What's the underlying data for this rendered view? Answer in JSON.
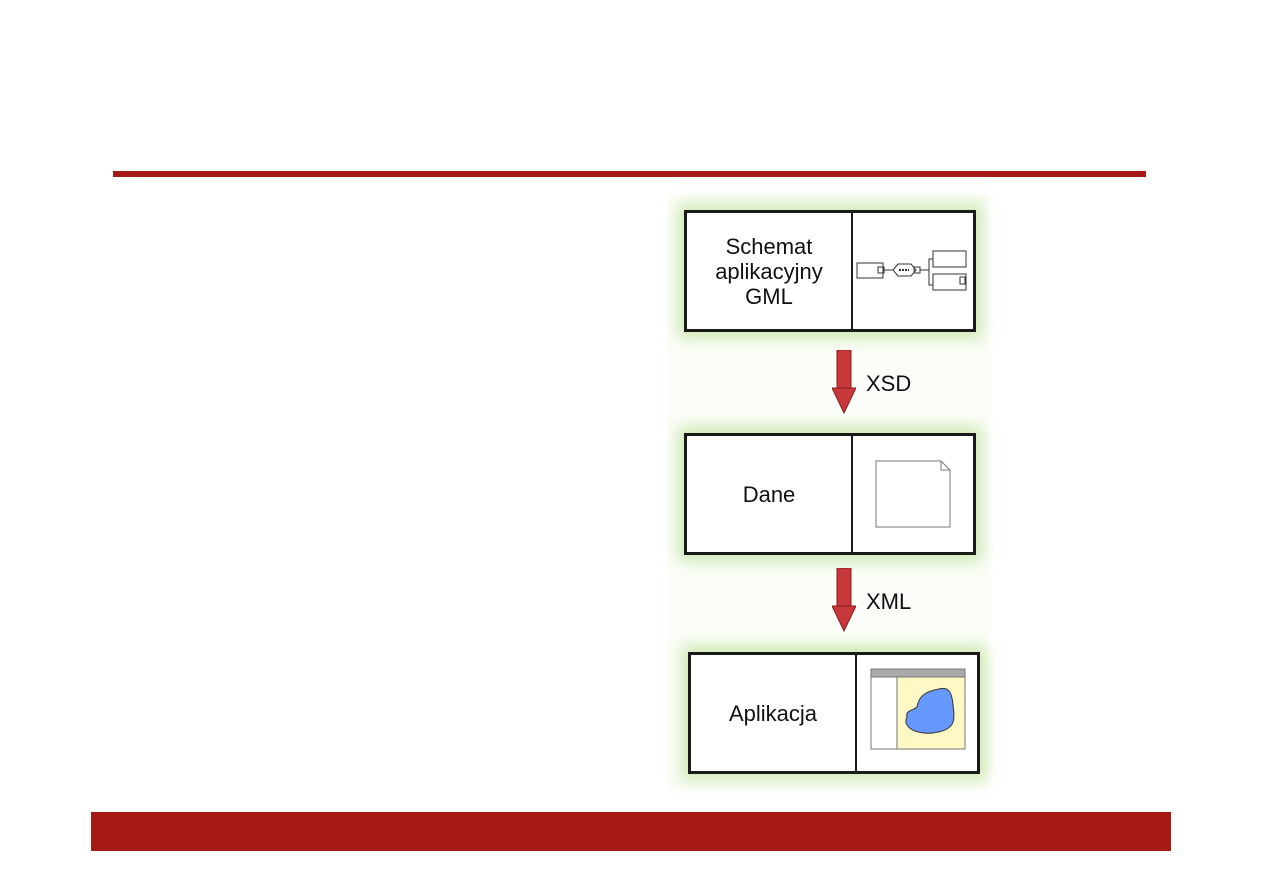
{
  "diagram": {
    "nodes": [
      {
        "label": "Schemat aplikacyjny GML",
        "icon": "schema-diagram-icon"
      },
      {
        "label": "Dane",
        "icon": "document-icon"
      },
      {
        "label": "Aplikacja",
        "icon": "map-application-icon"
      }
    ],
    "edges": [
      {
        "label": "XSD"
      },
      {
        "label": "XML"
      }
    ]
  },
  "colors": {
    "accent": "#a51a14",
    "arrow": "#c8373a",
    "glow": "#aad778",
    "map_bg": "#fff8c4",
    "map_shape": "#6699ff"
  }
}
